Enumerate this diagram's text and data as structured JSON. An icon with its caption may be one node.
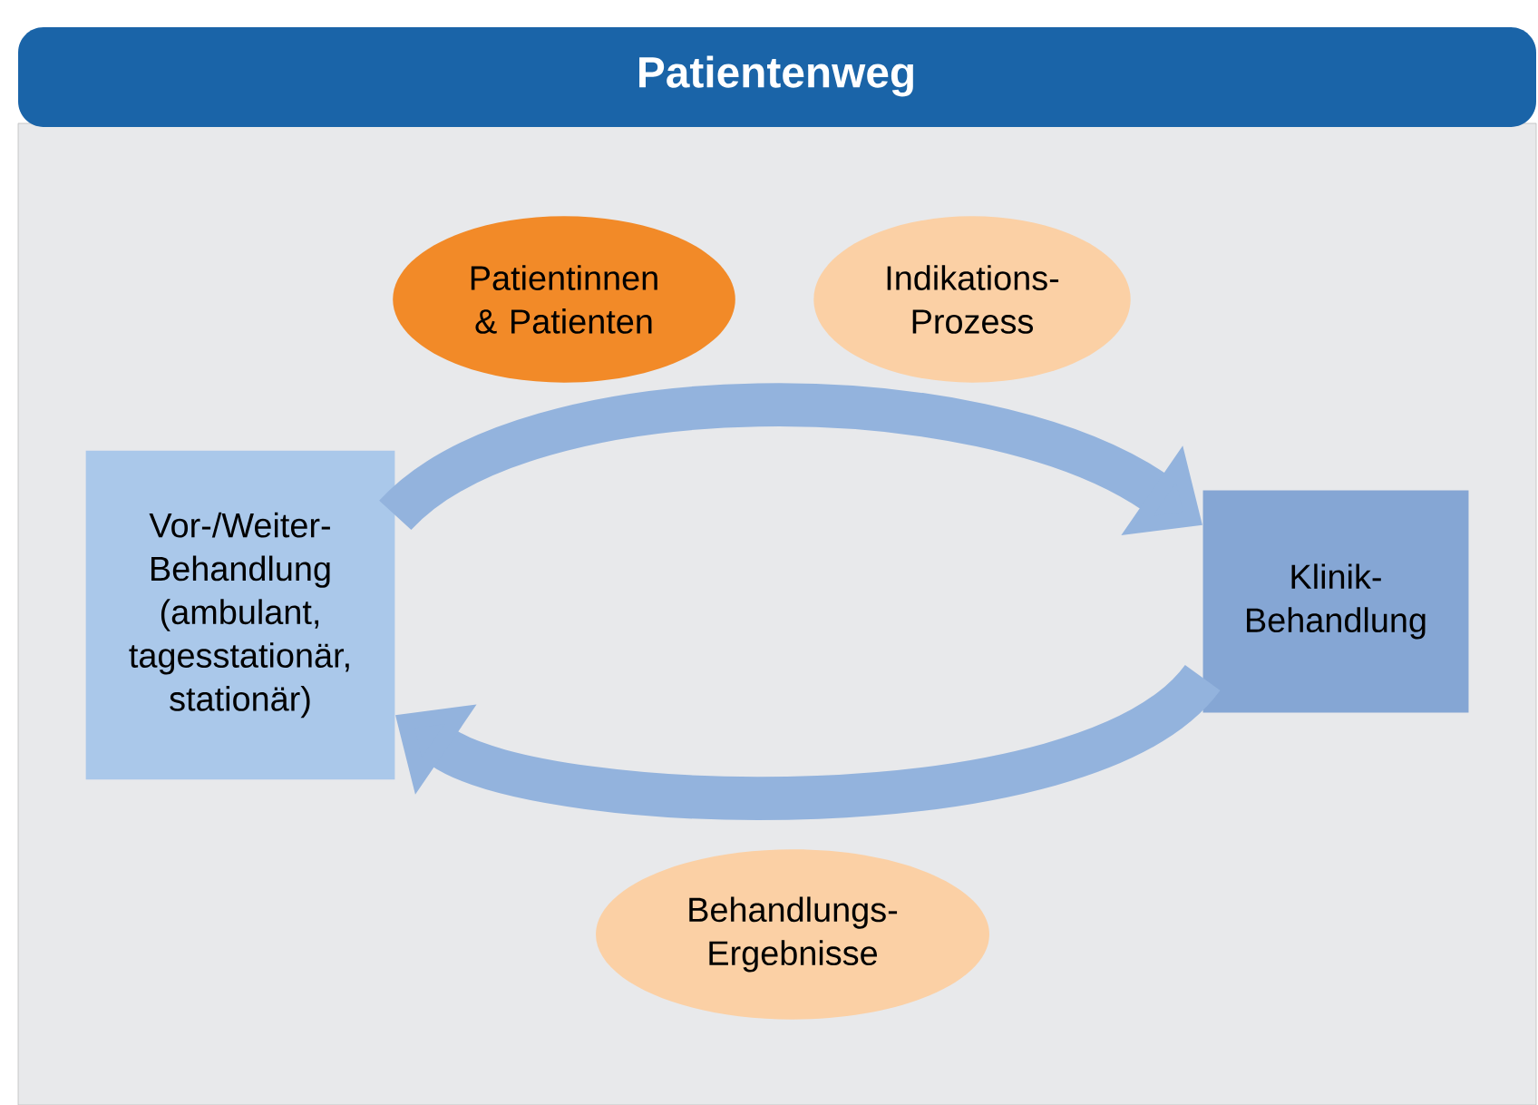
{
  "diagram": {
    "title": "Patientenweg",
    "nodes": [
      {
        "text": [
          "Patientinnen & Patienten"
        ]
      },
      {
        "text": [
          "Indikations-Prozess"
        ]
      },
      {
        "text": [
          "Vor-/Weiter-Behandlung (ambulant, tagesstationär, stationär)"
        ]
      },
      {
        "text": [
          "Klinik-Behandlung"
        ]
      },
      {
        "text": [
          "Behandlungs-Ergebnisse"
        ]
      }
    ],
    "edges": [
      {
        "from": 2,
        "to": 3,
        "arrow": "to"
      },
      {
        "from": 3,
        "to": 2,
        "arrow": "to"
      }
    ]
  }
}
